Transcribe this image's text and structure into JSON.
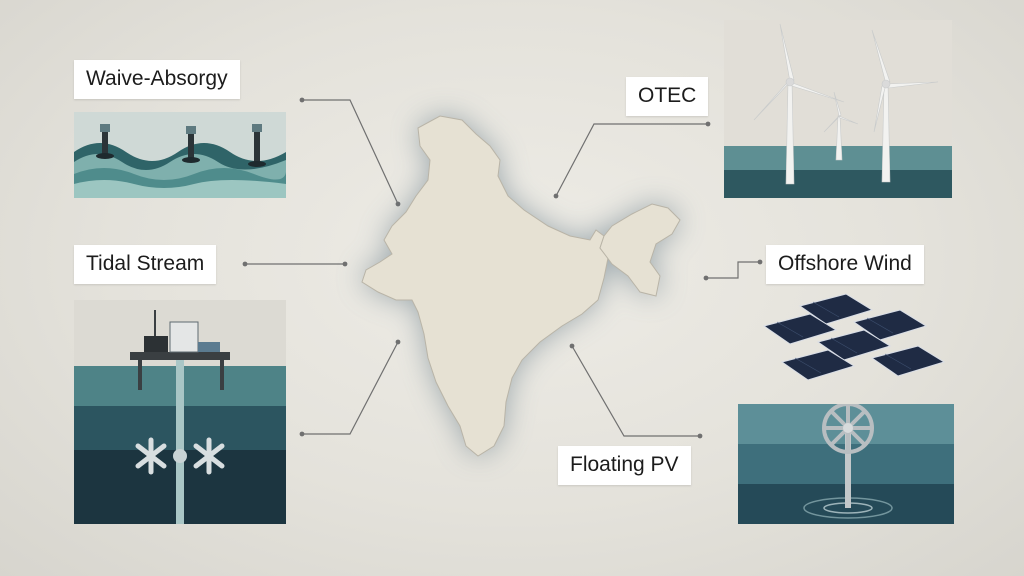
{
  "labels": {
    "wave": "Waive-Absorgy",
    "tidal": "Tidal Stream",
    "otec": "OTEC",
    "offshore_wind": "Offshore Wind",
    "floating_pv": "Floating PV"
  },
  "colors": {
    "background": "#e4e2db",
    "map_fill": "#e6e1d3",
    "map_glow": "#5f7684",
    "sea_light": "#6d9ea0",
    "sea_dark": "#1e3a47",
    "connector": "#6a6a6a"
  }
}
